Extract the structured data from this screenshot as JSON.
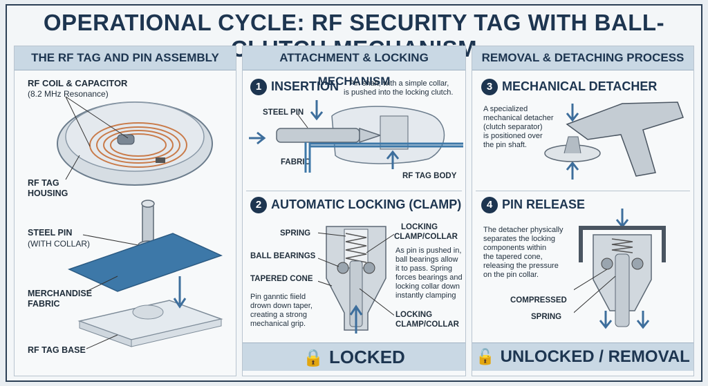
{
  "title": "OPERATIONAL CYCLE: RF SECURITY TAG WITH BALL-CLUTCH MECHANISM",
  "col1": {
    "heading": "THE RF TAG AND PIN ASSEMBLY",
    "coil_label": "RF COIL & CAPACITOR",
    "coil_sub": "(8.2 MHz Resonance)",
    "housing_1": "RF TAG",
    "housing_2": "HOUSING",
    "pin_1": "STEEL PIN",
    "pin_2": "(WITH COLLAR)",
    "fabric_1": "MERCHANDISE",
    "fabric_2": "FABRIC",
    "base": "RF TAG BASE"
  },
  "col2": {
    "heading": "ATTACHMENT & LOCKING MECHANISM",
    "step1_num": "1",
    "step1_title": "INSERTION",
    "step1_desc_1": "Pin shaft, with a simple collar,",
    "step1_desc_2": "is pushed into the locking clutch.",
    "steel_pin": "STEEL PIN",
    "fabric": "FABRIC",
    "tag_body": "RF TAG BODY",
    "step2_num": "2",
    "step2_title": "AUTOMATIC LOCKING (CLAMP)",
    "spring": "SPRING",
    "ball_bearings": "BALL BEARINGS",
    "tapered_cone": "TAPERED CONE",
    "lock_clamp_top_1": "LOCKING",
    "lock_clamp_top_2": "CLAMP/COLLAR",
    "lock_clamp_bot_1": "LOCKING",
    "lock_clamp_bot_2": "CLAMP/COLLAR",
    "desc2_1": "As pin is pushed in,",
    "desc2_2": "ball bearings allow",
    "desc2_3": "it to pass. Spring",
    "desc2_4": "forces bearings and",
    "desc2_5": "locking collar down",
    "desc2_6": "instantly clamping",
    "grip_1": "Pin ganntic fiield",
    "grip_2": "drown down taper,",
    "grip_3": "creating a strong",
    "grip_4": "mechanical grip.",
    "banner": "LOCKED"
  },
  "col3": {
    "heading": "REMOVAL & DETACHING PROCESS",
    "step3_num": "3",
    "step3_title": "MECHANICAL DETACHER",
    "desc3_1": "A specialized",
    "desc3_2": "mechanical detacher",
    "desc3_3": "(clutch separator)",
    "desc3_4": "is positioned over",
    "desc3_5": "the pin shaft.",
    "step4_num": "4",
    "step4_title": "PIN RELEASE",
    "desc4_1": "The detacher physically",
    "desc4_2": "separates the locking",
    "desc4_3": "components within",
    "desc4_4": "the tapered cone,",
    "desc4_5": "releasing the pressure",
    "desc4_6": "on the pin collar.",
    "compressed": "COMPRESSED",
    "spring": "SPRING",
    "banner": "UNLOCKED / REMOVAL"
  },
  "colors": {
    "navy": "#1d3550",
    "header": "#c9d8e4",
    "arrow": "#3d6e9c",
    "copper": "#c97b4a",
    "fabric": "#3d78a8"
  }
}
